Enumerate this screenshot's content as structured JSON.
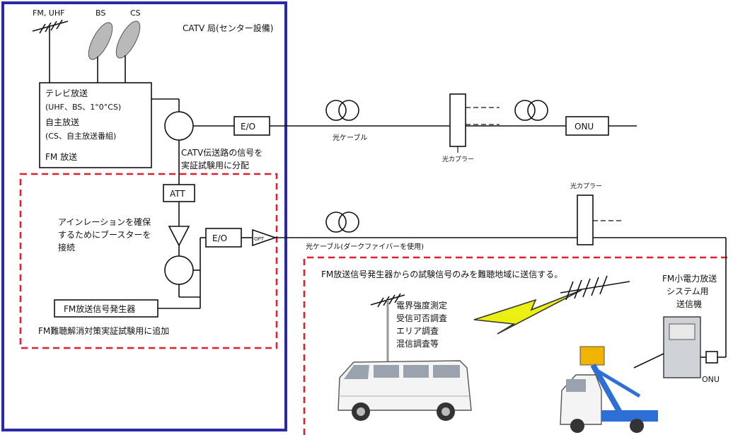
{
  "labels": {
    "ant_fm_uhf": "FM, UHF",
    "ant_bs": "BS",
    "ant_cs": "CS",
    "catv_station": "CATV 局(センター設備)",
    "tv_broadcast": "テレビ放送",
    "tv_broadcast_sub": "(UHF、BS、1°0°CS)",
    "own_broadcast": "自主放送",
    "own_broadcast_sub": "(CS、自主放送番組)",
    "fm_broadcast": "FM 放送",
    "eo_top": "E/O",
    "eo_mid": "E/O",
    "onu_top": "ONU",
    "onu_bottom": "ONU",
    "optical_cable_top": "光ケーブル",
    "optical_coupler_top": "光カプラー",
    "optical_coupler_mid": "光カプラー",
    "catv_split_1": "CATV伝送路の信号を",
    "catv_split_2": "実証試験用に分配",
    "att": "ATT",
    "isolation_1": "アインレーションを確保",
    "isolation_2": "するためにブースターを",
    "isolation_3": "接続",
    "amp_label": "OPT",
    "optical_cable_dark": "光ケーブル(ダークファイバーを使用)",
    "fm_generator": "FM放送信号発生器",
    "trial_added": "FM難聴解消対策実証試験用に追加",
    "trial_note": "FM放送信号発生器からの試験信号のみを難聴地域に送信する。",
    "measure_1": "電界強度測定",
    "measure_2": "受信可否調査",
    "measure_3": "エリア調査",
    "measure_4": "混信調査等",
    "transmitter_1": "FM小電力放送",
    "transmitter_2": "システム用",
    "transmitter_3": "送信機"
  },
  "colors": {
    "catv_border": "#2a2aa8",
    "trial_border": "#e0202a",
    "lightning": "#ecef12",
    "dish": "#b9b9b9",
    "boom": "#2e6fd6",
    "bucket": "#f0b400"
  },
  "icons": [
    "yagi-antenna-icon",
    "satellite-dish-icon",
    "splitter-icon",
    "amplifier-icon",
    "optical-fiber-coil-icon",
    "lightning-bolt-icon",
    "van-icon",
    "bucket-truck-icon"
  ]
}
